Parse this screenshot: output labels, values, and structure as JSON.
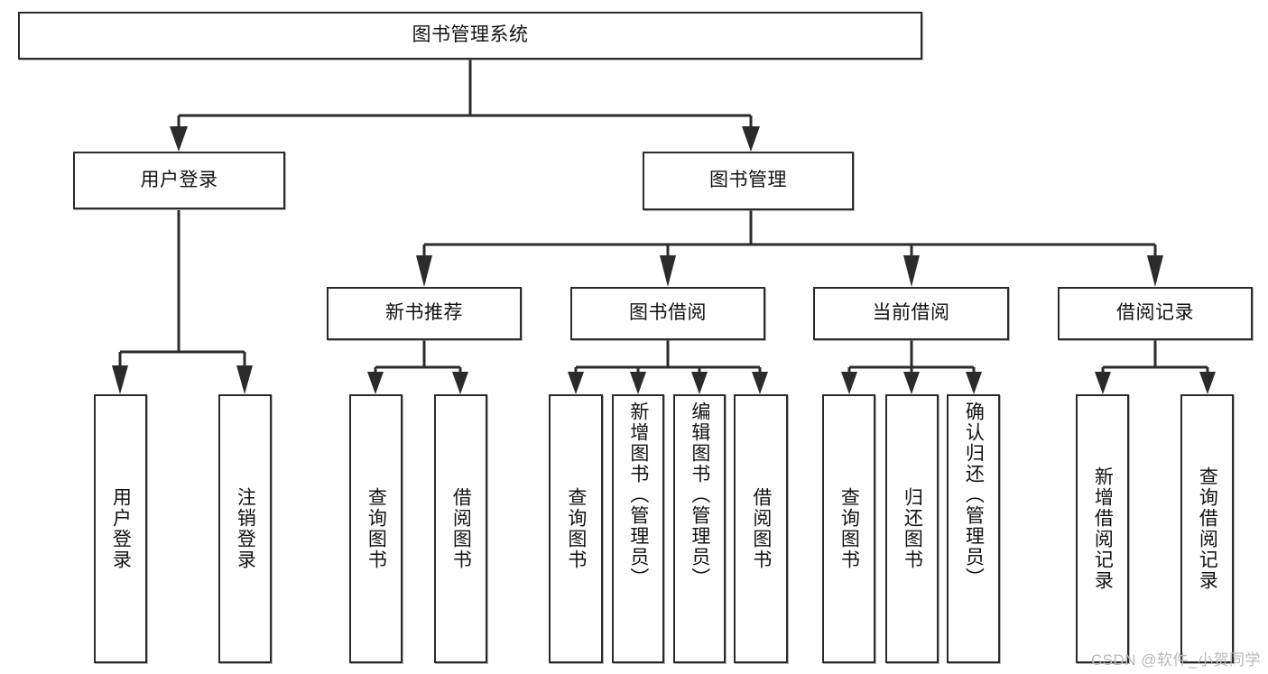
{
  "diagram": {
    "title": "图书管理系统",
    "watermark": "CSDN @软件_小贺同学",
    "root": {
      "label": "图书管理系统"
    },
    "level2": [
      {
        "label": "用户登录"
      },
      {
        "label": "图书管理"
      }
    ],
    "level3": [
      {
        "label": "新书推荐"
      },
      {
        "label": "图书借阅"
      },
      {
        "label": "当前借阅"
      },
      {
        "label": "借阅记录"
      }
    ],
    "leaves": {
      "user_login": [
        {
          "label": "用户登录"
        },
        {
          "label": "注销登录"
        }
      ],
      "new_book_recommend": [
        {
          "label": "查询图书"
        },
        {
          "label": "借阅图书"
        }
      ],
      "book_borrow": [
        {
          "label": "查询图书"
        },
        {
          "label": "新增图书（管理员）"
        },
        {
          "label": "编辑图书（管理员）"
        },
        {
          "label": "借阅图书"
        }
      ],
      "current_borrow": [
        {
          "label": "查询图书"
        },
        {
          "label": "归还图书"
        },
        {
          "label": "确认归还（管理员）"
        }
      ],
      "borrow_record": [
        {
          "label": "新增借阅记录"
        },
        {
          "label": "查询借阅记录"
        }
      ]
    }
  },
  "colors": {
    "stroke": "#2b2b2b",
    "fill": "#ffffff",
    "text": "#121212",
    "watermark": "#b9b9b9"
  }
}
